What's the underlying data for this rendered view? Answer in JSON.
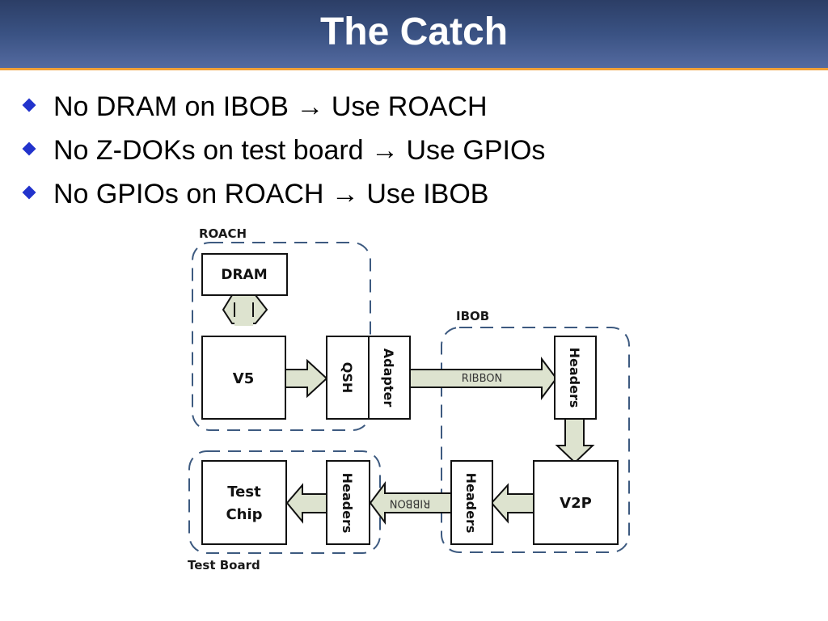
{
  "slide": {
    "title": "The Catch",
    "bullets": [
      {
        "text": "No DRAM on IBOB → Use ROACH"
      },
      {
        "text": "No Z-DOKs on test board → Use GPIOs"
      },
      {
        "text": "No GPIOs on ROACH → Use IBOB"
      }
    ],
    "bullet_color": "#2233cc",
    "header_color": "#3a5283",
    "header_rule_color": "#f0a038"
  },
  "diagram": {
    "group_labels": {
      "roach": "ROACH",
      "ibob": "IBOB",
      "test_board": "Test Board"
    },
    "blocks": {
      "dram": "DRAM",
      "v5": "V5",
      "qsh": "QSH",
      "adapter": "Adapter",
      "headers_ibob_top": "Headers",
      "v2p": "V2P",
      "headers_ibob_bottom": "Headers",
      "headers_test": "Headers",
      "test_chip_line1": "Test",
      "test_chip_line2": "Chip"
    },
    "ribbon_labels": {
      "top": "RIBBON",
      "bottom": "RIBBON"
    },
    "arrow_fill": "#dde3cf",
    "dash_color": "#3d5a80"
  }
}
